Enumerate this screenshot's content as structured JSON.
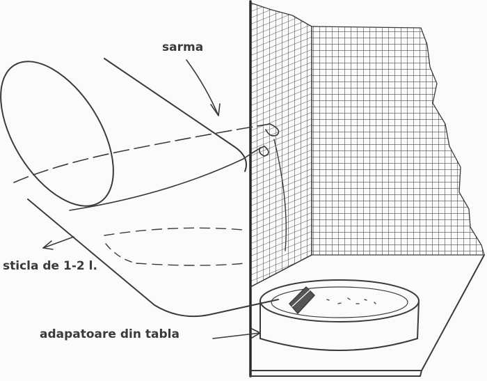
{
  "labels": {
    "wire": "sarma",
    "bottle": "sticla de 1-2 l.",
    "drinker": "adapatoare din tabla"
  },
  "colors": {
    "ink": "#3a3a3a",
    "paper": "#fbfbf9"
  }
}
